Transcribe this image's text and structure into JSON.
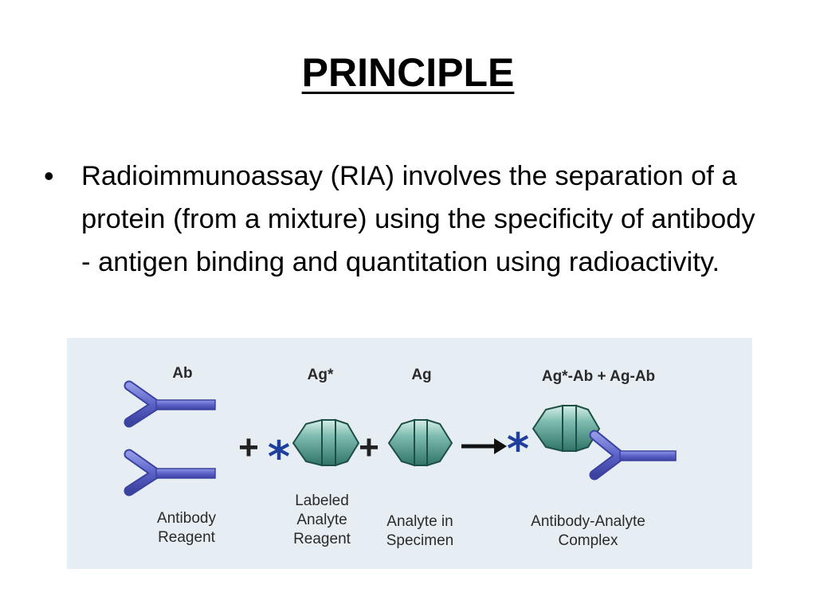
{
  "slide": {
    "title": "PRINCIPLE",
    "bullet": "Radioimmunoassay (RIA) involves the separation of a protein (from a mixture) using the specificity of antibody - antigen binding and quantitation using radioactivity."
  },
  "figure": {
    "headers": {
      "ab": "Ab",
      "ag_star": "Ag*",
      "ag": "Ag",
      "complex": "Ag*-Ab  +  Ag-Ab"
    },
    "operators": {
      "plus1": "+",
      "plus2": "+"
    },
    "captions": {
      "antibody_reagent": [
        "Antibody",
        "Reagent"
      ],
      "labeled_analyte": [
        "Labeled",
        "Analyte",
        "Reagent"
      ],
      "analyte_specimen": [
        "Analyte in",
        "Specimen"
      ],
      "complex": [
        "Antibody-Analyte",
        "Complex"
      ]
    },
    "colors": {
      "antibody": "#5b63c8",
      "antigen": "#3f8f82",
      "label_star": "#1f3f9e",
      "background": "#e7eef3"
    }
  }
}
